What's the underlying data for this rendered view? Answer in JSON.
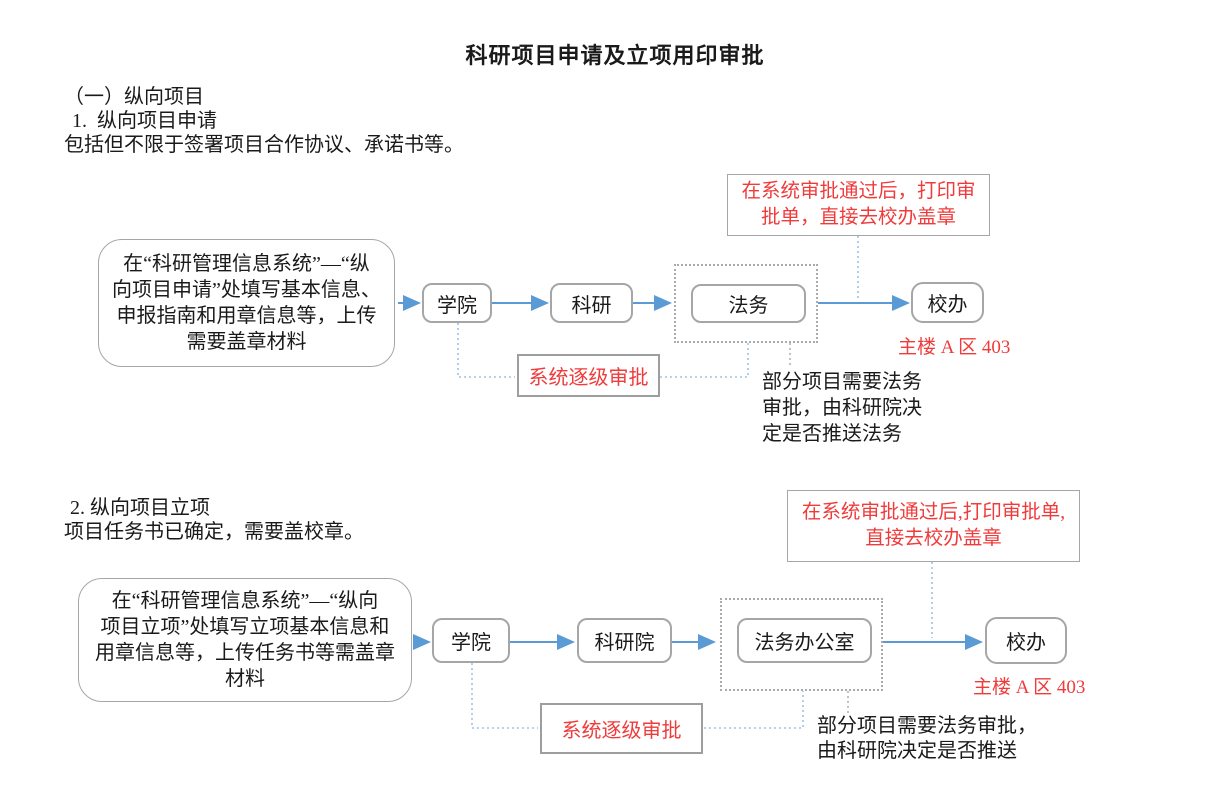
{
  "title": "科研项目申请及立项用印审批",
  "colors": {
    "arrow_blue": "#5b9bd5",
    "dotted_blue": "#9dc3e6",
    "red": "#f03b3b",
    "border_gray": "#a6a6a6"
  },
  "section1": {
    "heading": "（一）纵向项目",
    "subheading": "1.  纵向项目申请",
    "description": "包括但不限于签署项目合作协议、承诺书等。",
    "callout_print": "在系统审批通过后，打印审\n批单，直接去校办盖章",
    "start": "在“科研管理信息系统”—“纵\n向项目申请”处填写基本信息、\n申报指南和用章信息等，上传\n需要盖章材料",
    "nodes": [
      "学院",
      "科研",
      "法务",
      "校办"
    ],
    "location": "主楼 A 区 403",
    "callout_approval": "系统逐级审批",
    "note": "部分项目需要法务\n审批，由科研院决\n定是否推送法务"
  },
  "section2": {
    "heading": "2. 纵向项目立项",
    "description": "项目任务书已确定，需要盖校章。",
    "callout_print": "在系统审批通过后,打印审批单,\n直接去校办盖章",
    "start": "在“科研管理信息系统”—“纵向\n项目立项”处填写立项基本信息和\n用章信息等，上传任务书等需盖章\n材料",
    "nodes": [
      "学院",
      "科研院",
      "法务办公室",
      "校办"
    ],
    "location": "主楼 A 区 403",
    "callout_approval": "系统逐级审批",
    "note": "部分项目需要法务审批，\n由科研院决定是否推送"
  }
}
